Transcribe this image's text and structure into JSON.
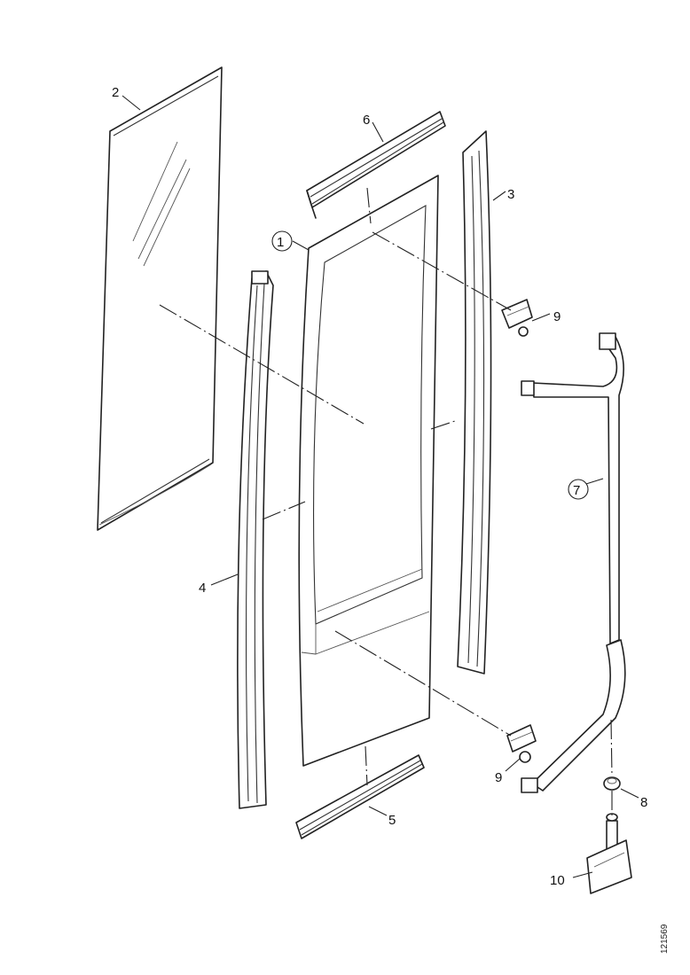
{
  "diagram": {
    "callouts": [
      {
        "id": "1",
        "text": "1",
        "circled": true
      },
      {
        "id": "2",
        "text": "2",
        "circled": false
      },
      {
        "id": "3",
        "text": "3",
        "circled": false
      },
      {
        "id": "4",
        "text": "4",
        "circled": false
      },
      {
        "id": "5",
        "text": "5",
        "circled": false
      },
      {
        "id": "6",
        "text": "6",
        "circled": false
      },
      {
        "id": "7",
        "text": "7",
        "circled": true
      },
      {
        "id": "8",
        "text": "8",
        "circled": false
      },
      {
        "id": "9a",
        "text": "9",
        "circled": false
      },
      {
        "id": "9b",
        "text": "9",
        "circled": false
      },
      {
        "id": "10",
        "text": "10",
        "circled": false
      }
    ],
    "reference_code": "121569"
  }
}
